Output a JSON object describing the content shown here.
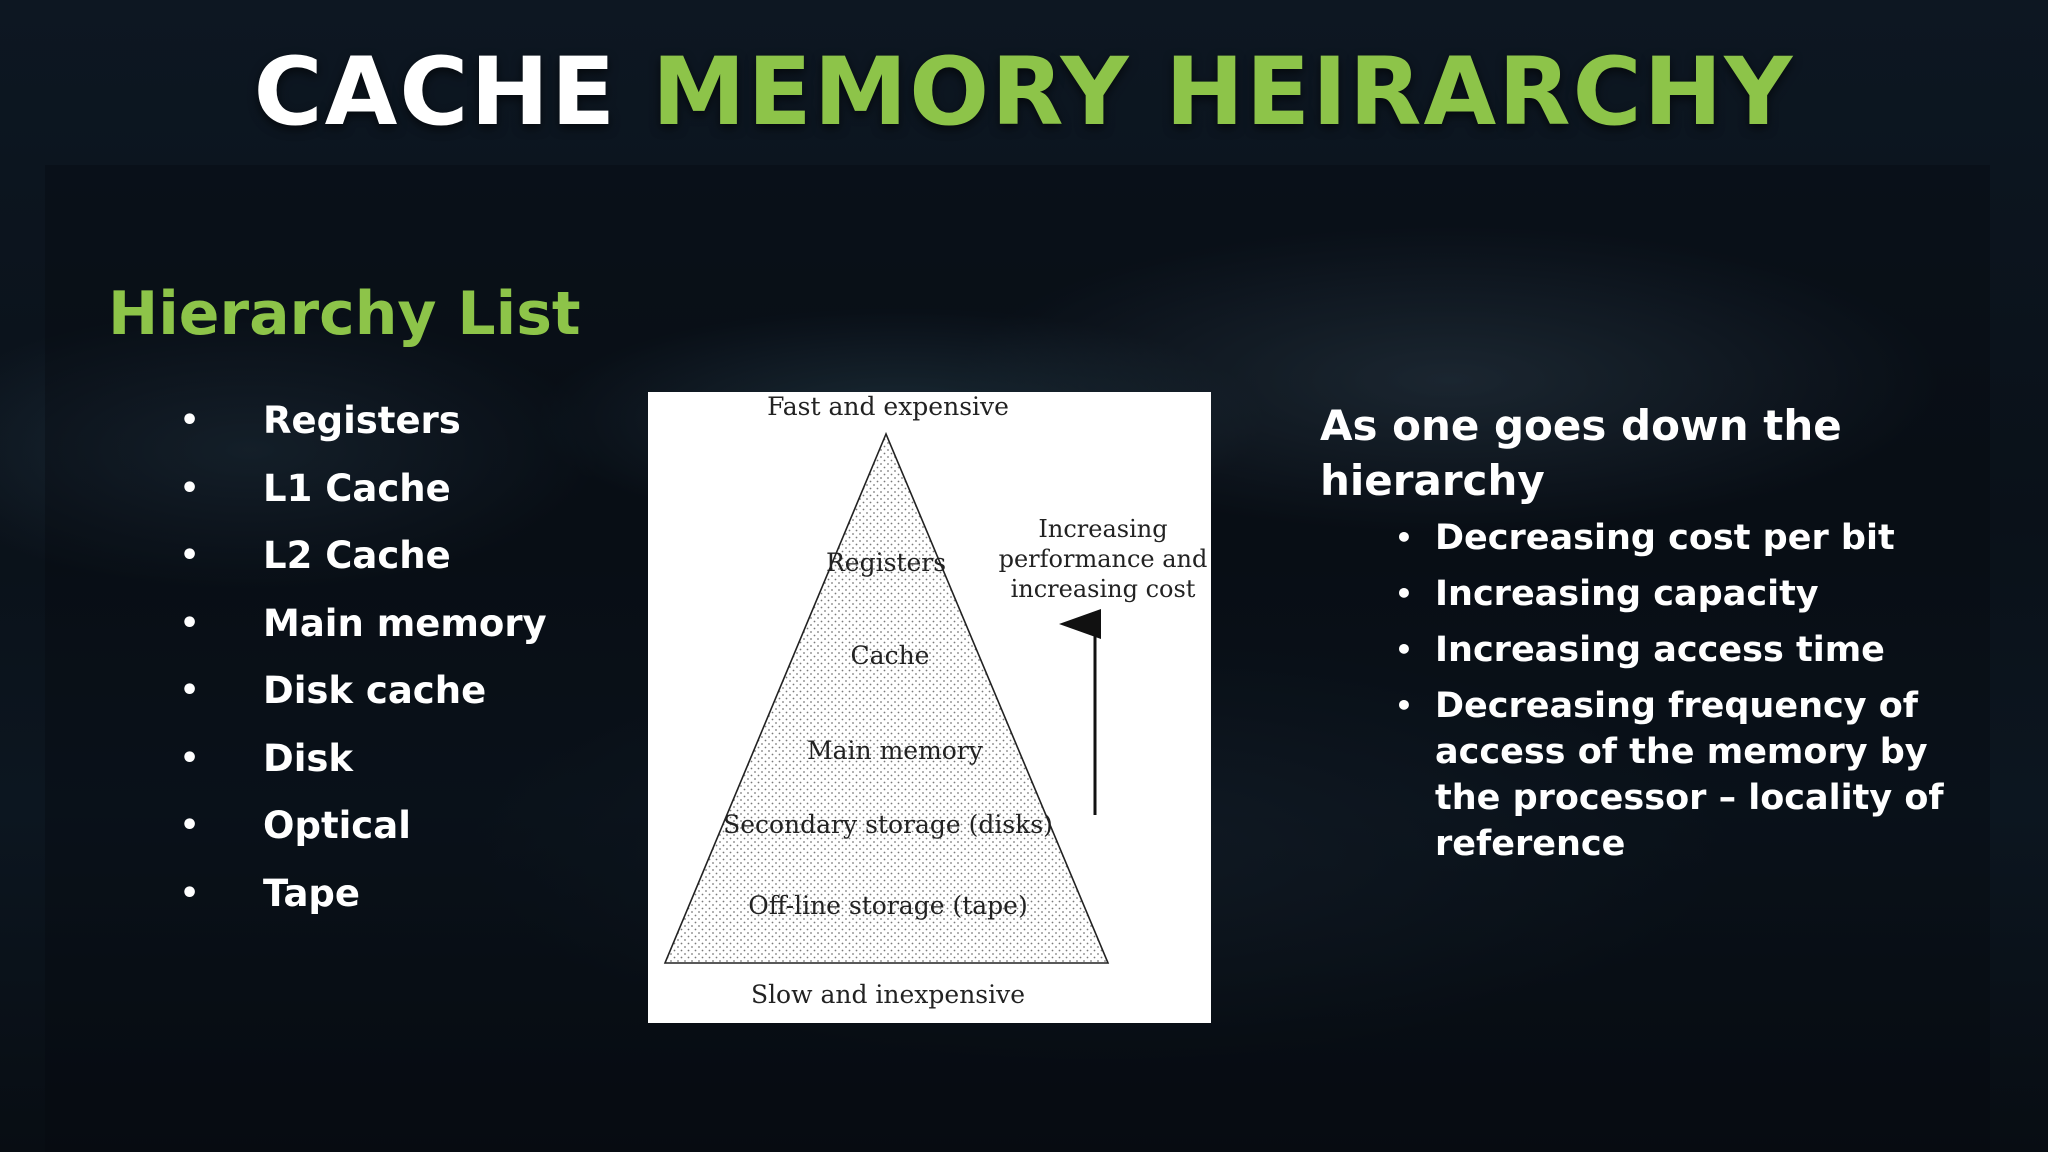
{
  "title": {
    "part1": "CACHE",
    "part2": "MEMORY HEIRARCHY"
  },
  "left": {
    "heading": "Hierarchy List",
    "items": [
      "Registers",
      "L1 Cache",
      "L2 Cache",
      "Main memory",
      "Disk cache",
      "Disk",
      "Optical",
      "Tape"
    ]
  },
  "diagram": {
    "top_label": "Fast and expensive",
    "bottom_label": "Slow and inexpensive",
    "levels": [
      "Registers",
      "Cache",
      "Main memory",
      "Secondary storage (disks)",
      "Off-line storage (tape)"
    ],
    "arrow_label": [
      "Increasing",
      "performance and",
      "increasing cost"
    ]
  },
  "right": {
    "heading": "As one goes down the hierarchy",
    "items": [
      "Decreasing cost per bit",
      "Increasing capacity",
      "Increasing access time",
      "Decreasing frequency of access of the memory by the processor – locality of reference"
    ]
  },
  "colors": {
    "accent": "#8dc449",
    "text": "#ffffff",
    "background": "#0b121a"
  }
}
